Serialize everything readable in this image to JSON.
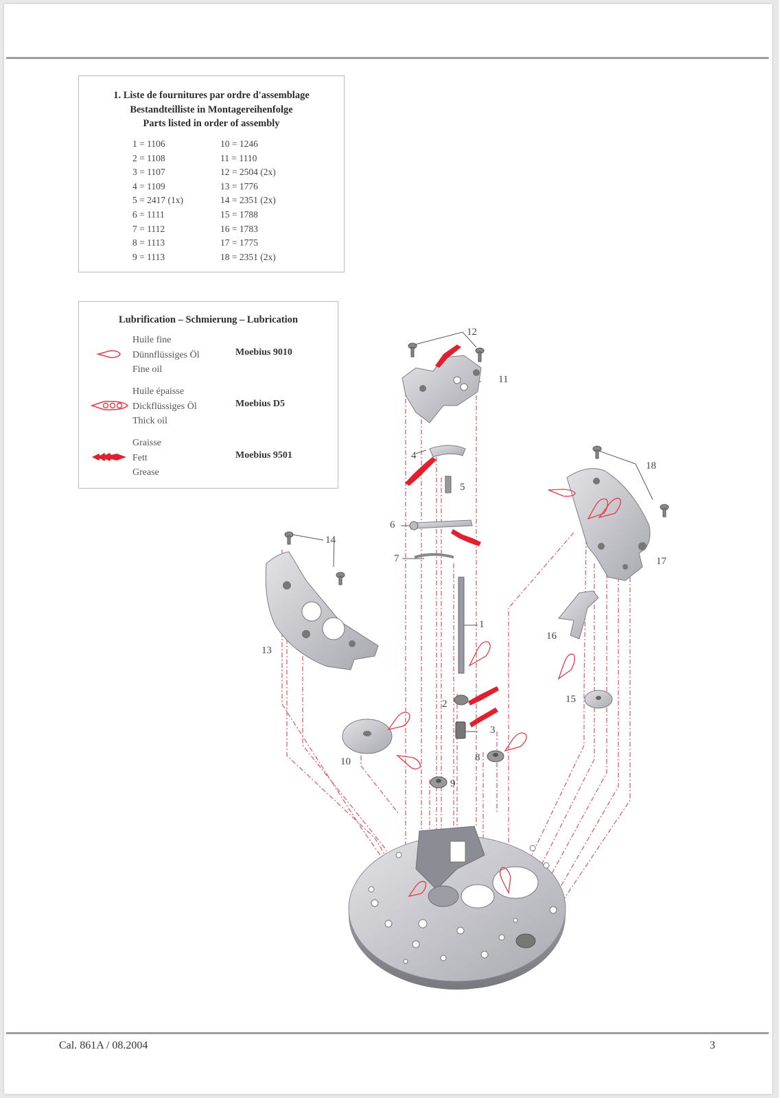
{
  "parts_list": {
    "title_lines": [
      "1. Liste de fournitures par ordre d'assemblage",
      "Bestandteilliste in Montagereihenfolge",
      "Parts listed in order of assembly"
    ],
    "column1": [
      "1 = 1106",
      "2 = 1108",
      "3 = 1107",
      "4 = 1109",
      "5 = 2417 (1x)",
      "6 = 1111",
      "7 = 1112",
      "8 = 1113",
      "9 = 1113"
    ],
    "column2": [
      "10 = 1246",
      "11 = 1110",
      "12 = 2504 (2x)",
      "13 = 1776",
      "14 = 2351 (2x)",
      "15 = 1788",
      "16 = 1783",
      "17 = 1775",
      "18 = 2351 (2x)"
    ]
  },
  "lubrication": {
    "title": "Lubrification – Schmierung – Lubrication",
    "items": [
      {
        "labels": [
          "Huile fine",
          "Dünnflüssiges Öl",
          "Fine oil"
        ],
        "product": "Moebius 9010",
        "icon": "fine-oil-icon",
        "color": "#e23b4a"
      },
      {
        "labels": [
          "Huile épaisse",
          "Dickflüssiges Öl",
          "Thick oil"
        ],
        "product": "Moebius D5",
        "icon": "thick-oil-icon",
        "color": "#e23b4a"
      },
      {
        "labels": [
          "Graisse",
          "Fett",
          "Grease"
        ],
        "product": "Moebius 9501",
        "icon": "grease-icon",
        "color": "#e0202f"
      }
    ]
  },
  "diagram": {
    "callouts": [
      "1",
      "2",
      "3",
      "4",
      "5",
      "6",
      "7",
      "8",
      "9",
      "10",
      "11",
      "12",
      "13",
      "14",
      "15",
      "16",
      "17",
      "18"
    ]
  },
  "footer": {
    "left": "Cal. 861A / 08.2004",
    "right": "3"
  }
}
